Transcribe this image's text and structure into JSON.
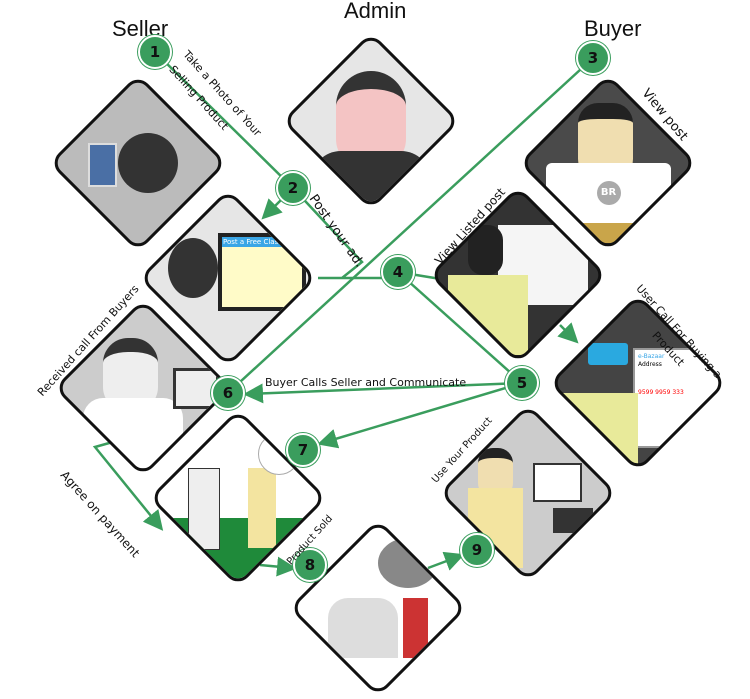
{
  "roles": {
    "seller": "Seller",
    "admin": "Admin",
    "buyer": "Buyer"
  },
  "steps": [
    "1",
    "2",
    "3",
    "4",
    "5",
    "6",
    "7",
    "8",
    "9"
  ],
  "labels": {
    "take_photo_1": "Take a Photo of Your",
    "take_photo_2": "Selling Product",
    "post_ad": "Post  your ad.",
    "view_post": "View post",
    "view_listed": "View Listed post",
    "user_call_1": "User Call For Buying a",
    "user_call_2": "Product",
    "received_call": "Received call From Buyers",
    "buyer_calls": "Buyer Calls Seller and Communicate",
    "agree_payment": "Agree on payment",
    "product_sold": "Product Sold",
    "use_product": "Use Your Product"
  },
  "screen_text": {
    "classified": "Post a Free Classified",
    "br_logo": "BR",
    "ebazaar": "e-Bazaar",
    "address": "Address",
    "phone": "9599 9959 333"
  },
  "colors": {
    "accent": "#3a9d5d",
    "tile_dark": "#4a4a4a",
    "tile_light": "#e6e6e6",
    "skin_yellow": "#e8ea9a"
  }
}
